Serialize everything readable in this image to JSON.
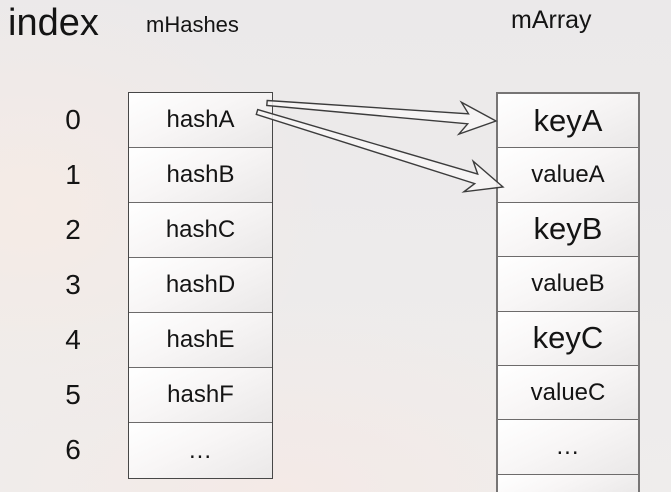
{
  "headers": {
    "index": "index",
    "mhashes": "mHashes",
    "marray": "mArray"
  },
  "index_column": {
    "labels": [
      "0",
      "1",
      "2",
      "3",
      "4",
      "5",
      "6"
    ]
  },
  "mhashes_table": {
    "cells": [
      "hashA",
      "hashB",
      "hashC",
      "hashD",
      "hashE",
      "hashF",
      "..."
    ]
  },
  "marray_table": {
    "cells": [
      "keyA",
      "valueA",
      "keyB",
      "valueB",
      "keyC",
      "valueC",
      "...",
      ""
    ]
  },
  "arrows": [
    {
      "name": "hashA-to-keyA"
    },
    {
      "name": "hashA-to-valueA"
    }
  ],
  "colors": {
    "text": "#141414",
    "cell_border": "#6d6b6b",
    "table_border": "#474747",
    "arrow_outline": "#3c3c3c",
    "background": "#edebeb"
  }
}
